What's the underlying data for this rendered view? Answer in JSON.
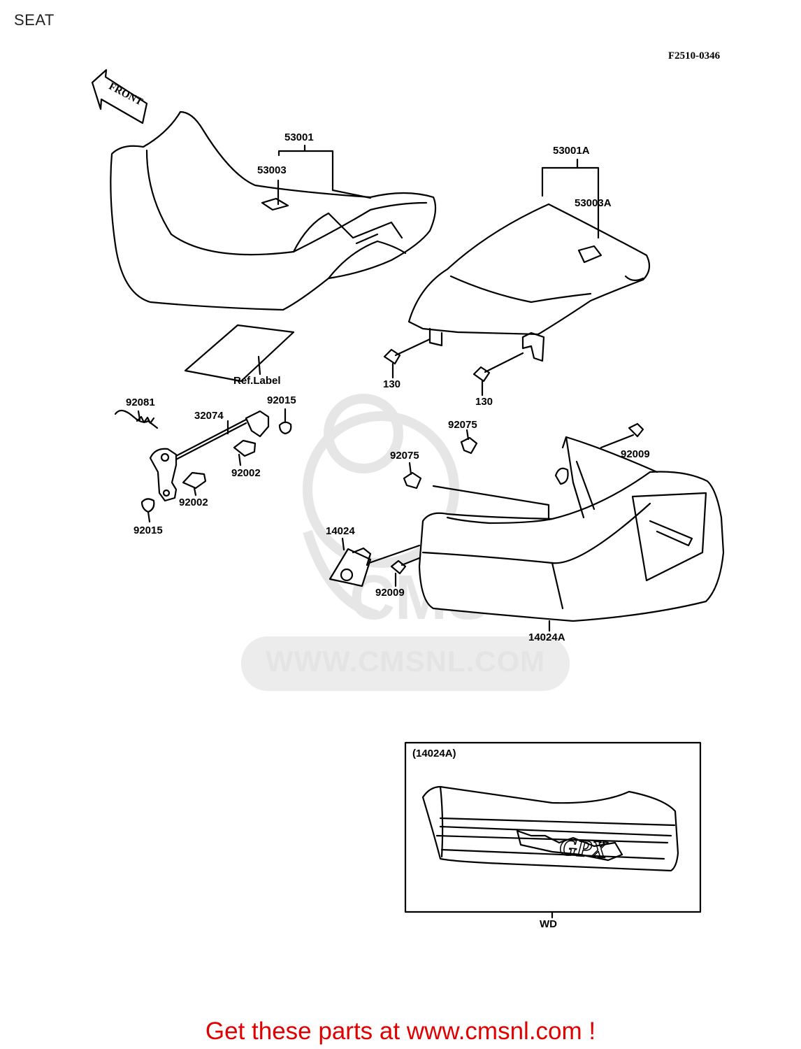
{
  "page": {
    "title": "SEAT",
    "diagram_code": "F2510-0346",
    "front_arrow": "FRONT"
  },
  "labels": {
    "p53001": "53001",
    "p53003": "53003",
    "p53001A": "53001A",
    "p53003A": "53003A",
    "ref_label": "Ref.Label",
    "p130_left": "130",
    "p130_right": "130",
    "p92081": "92081",
    "p32074": "32074",
    "p92015_top": "92015",
    "p92002_mid": "92002",
    "p92002_low": "92002",
    "p92015_low": "92015",
    "p92075_top": "92075",
    "p92075_low": "92075",
    "p92009_right": "92009",
    "p14024": "14024",
    "p92009_low": "92009",
    "p14024A": "14024A"
  },
  "inset": {
    "part_label": "(14024A)",
    "caption": "WD",
    "decal": "GPX"
  },
  "watermark": {
    "url": "WWW.CMSNL.COM",
    "logo": "CMS"
  },
  "footer": {
    "text": "Get these parts at www.cmsnl.com !"
  },
  "colors": {
    "footer": "#e00000",
    "watermark": "#e4e4e4",
    "line": "#000000"
  }
}
